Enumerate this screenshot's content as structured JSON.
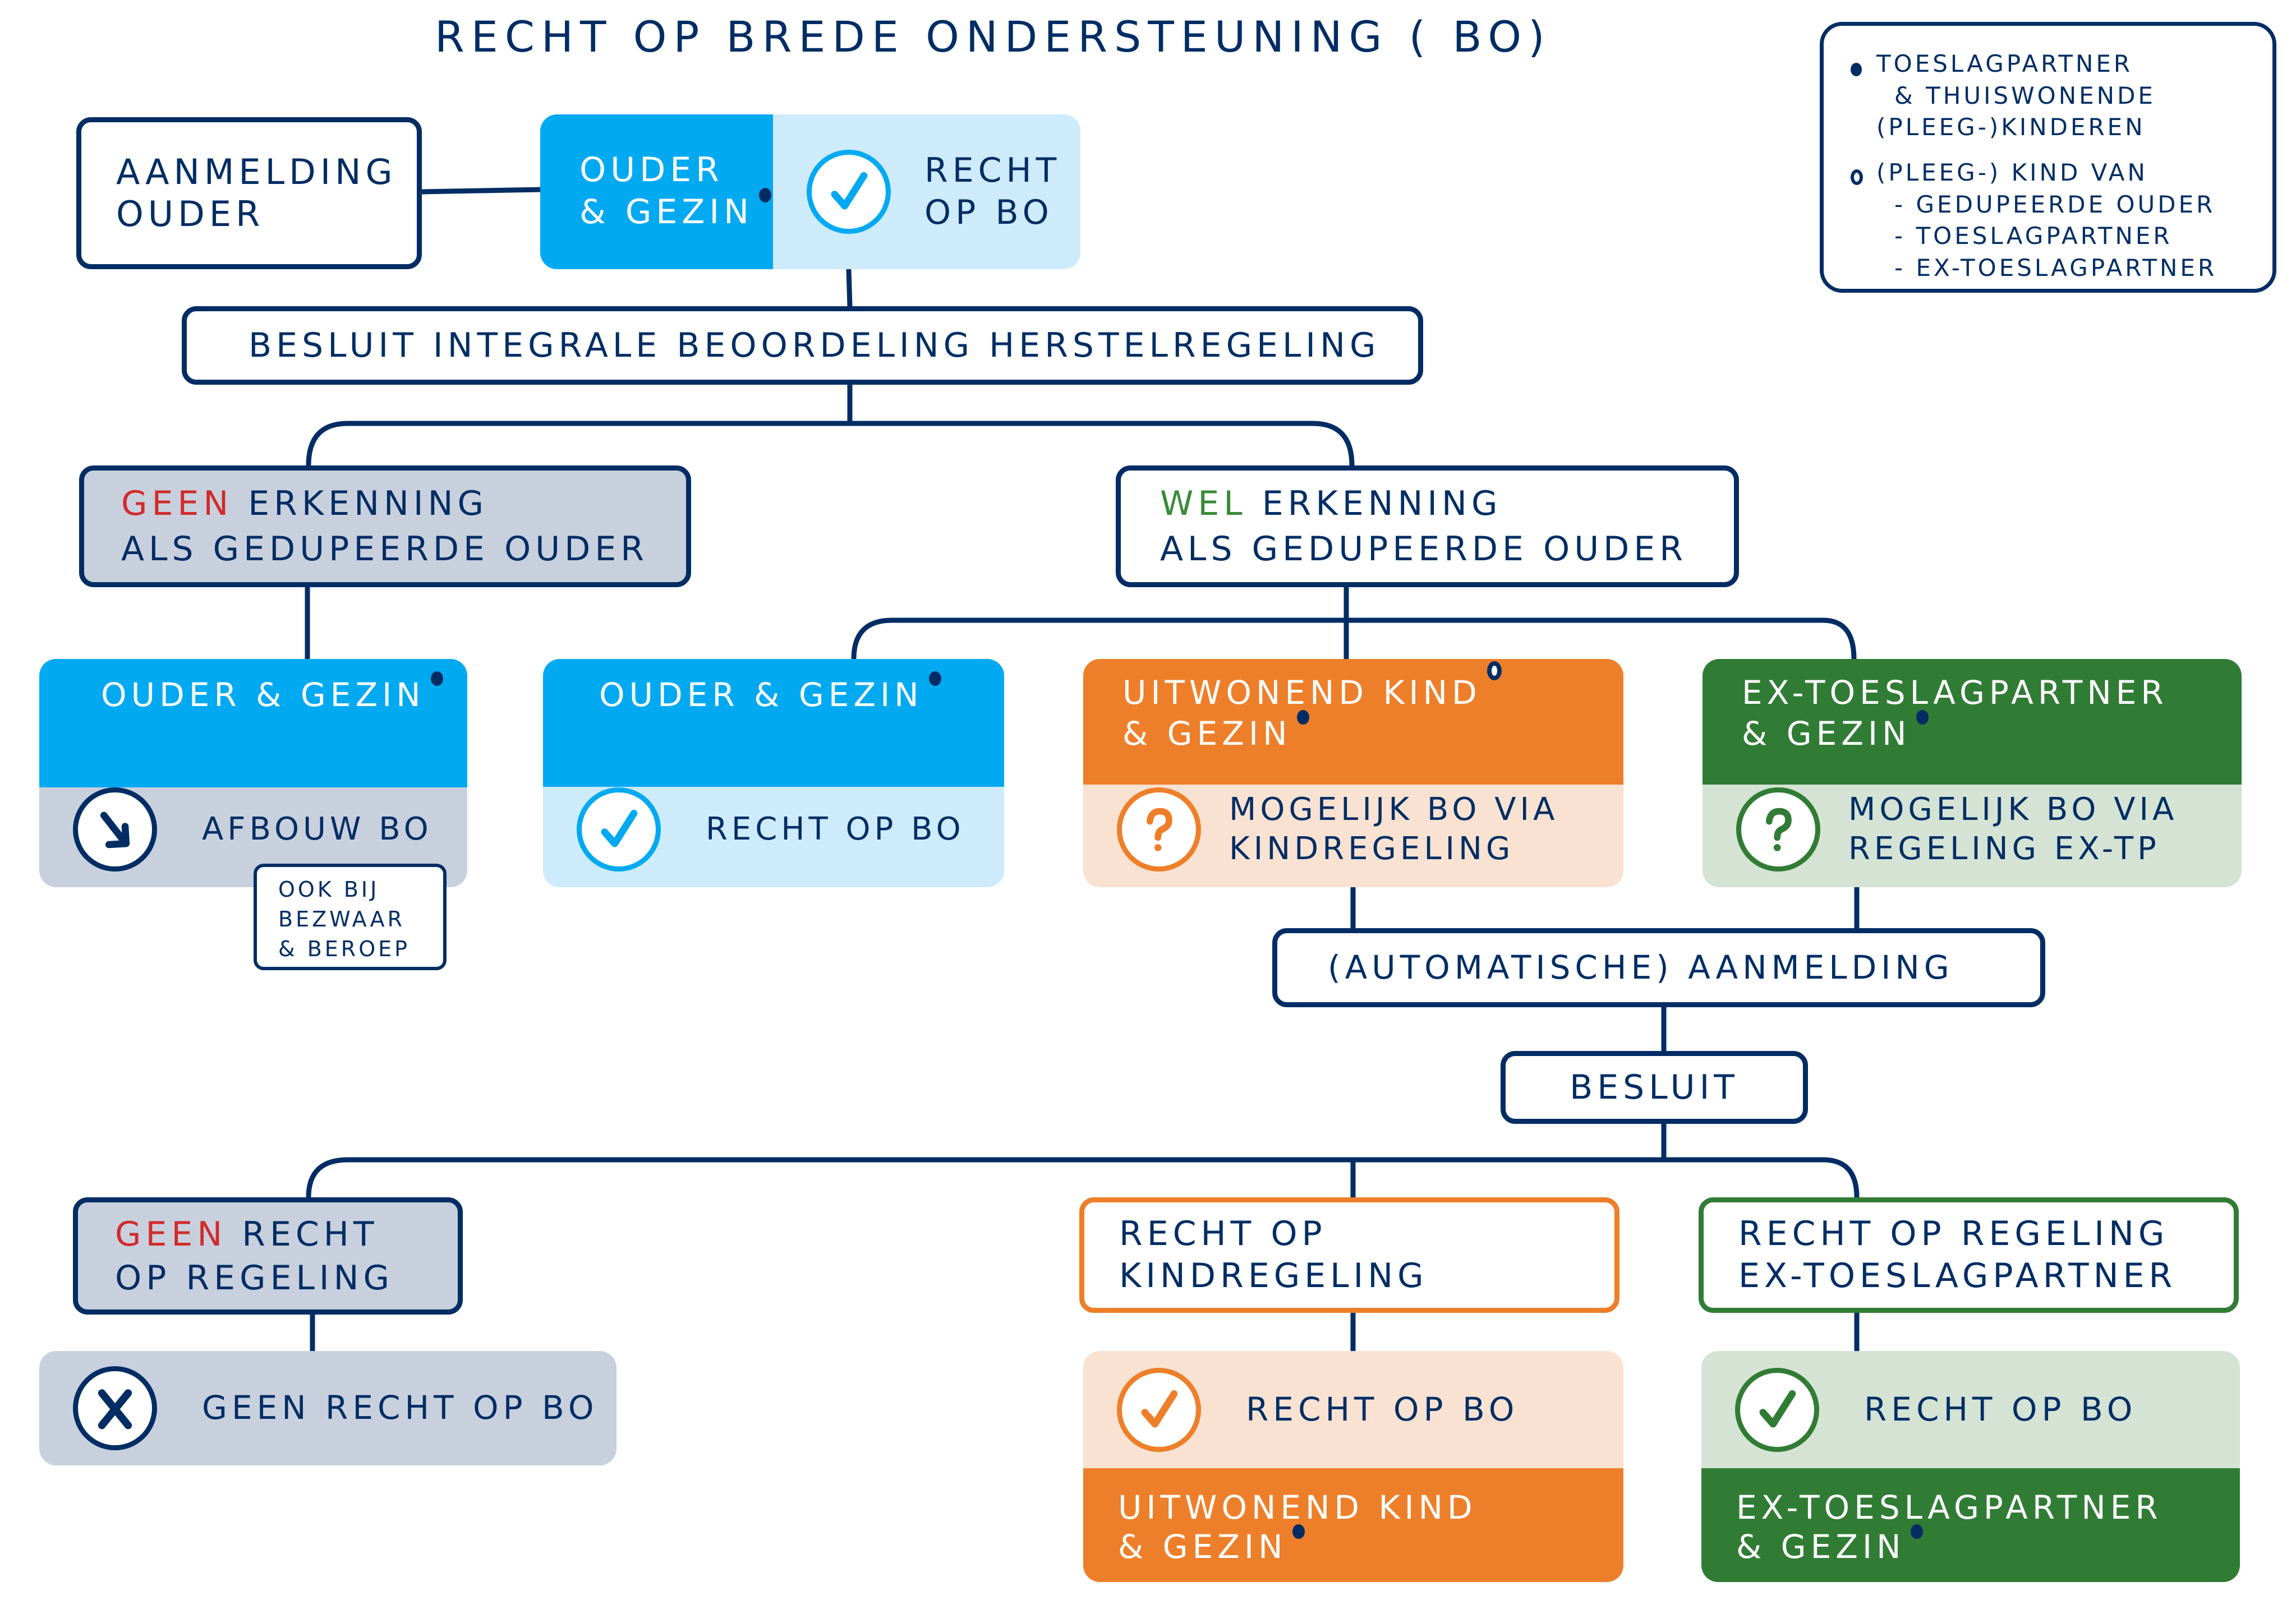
{
  "title": "Recht op brede ondersteuning ( BO)",
  "colors": {
    "navy": "#012d64",
    "blue": "#01a9f1",
    "light_blue": "#cdebfb",
    "grey": "#c9d0dd",
    "orange": "#ee7f2a",
    "light_orange": "#f9e2d2",
    "green": "#317c35",
    "light_green": "#d4e3d3",
    "red": "#d12b2b",
    "green_text": "#3a8a38"
  },
  "legend": {
    "filled_dot": {
      "icon": "filled-dot-icon",
      "lines": [
        "Toeslagpartner",
        "& thuiswonende",
        "(pleeg-)kinderen"
      ]
    },
    "open_dot": {
      "icon": "open-dot-icon",
      "heading": "(Pleeg-) kind van",
      "items": [
        "- gedupeerde ouder",
        "- toeslagpartner",
        "- ex-toeslagpartner"
      ]
    }
  },
  "nodes": {
    "aanmelding_ouder": [
      "Aanmelding",
      "ouder"
    ],
    "start_card": {
      "header": [
        "Ouder",
        "& gezin"
      ],
      "marker": "filled-dot",
      "icon": "check-icon",
      "result": [
        "Recht",
        "op BO"
      ]
    },
    "besluit_integrale": "Besluit integrale beoordeling herstelregeling",
    "geen_erkenning": {
      "highlight": "Geen",
      "rest_line1": " erkenning",
      "line2": "als gedupeerde ouder"
    },
    "wel_erkenning": {
      "highlight": "Wel",
      "rest_line1": " erkenning",
      "line2": "als gedupeerde ouder"
    },
    "card_afbouw": {
      "header": "Ouder & gezin",
      "marker": "filled-dot",
      "icon": "arrow-down-right-icon",
      "result": "Afbouw BO"
    },
    "note_bezwaar": [
      "Ook bij",
      "bezwaar",
      "& beroep"
    ],
    "card_recht": {
      "header": "Ouder & gezin",
      "marker": "filled-dot",
      "icon": "check-icon",
      "result": "Recht op BO"
    },
    "card_uitwonend": {
      "header": [
        "Uitwonend kind",
        "& gezin"
      ],
      "marker_line1": "open-dot",
      "marker_line2": "filled-dot",
      "icon": "question-icon",
      "result": [
        "Mogelijk BO via",
        "kindregeling"
      ]
    },
    "card_ex_tp": {
      "header": [
        "Ex-toeslagpartner",
        "& gezin"
      ],
      "marker": "filled-dot",
      "icon": "question-icon",
      "result": [
        "Mogelijk BO via",
        "regeling ex-TP"
      ]
    },
    "automatische_aanmelding": "(Automatische) aanmelding",
    "besluit": "Besluit",
    "geen_recht_regeling": {
      "highlight": "Geen",
      "rest_line1": " recht",
      "line2": "op regeling"
    },
    "geen_recht_bo": {
      "icon": "cross-icon",
      "result": "Geen recht op BO"
    },
    "recht_kindregeling": [
      "Recht op",
      "kindregeling"
    ],
    "recht_regeling_ex_tp": [
      "Recht op regeling",
      "ex-toeslagpartner"
    ],
    "final_uitwonend": {
      "icon": "check-icon",
      "result": "Recht op BO",
      "footer": [
        "Uitwonend kind",
        "& gezin"
      ],
      "marker": "filled-dot"
    },
    "final_ex_tp": {
      "icon": "check-icon",
      "result": "Recht op BO",
      "footer": [
        "Ex-toeslagpartner",
        "& gezin"
      ],
      "marker": "filled-dot"
    }
  }
}
